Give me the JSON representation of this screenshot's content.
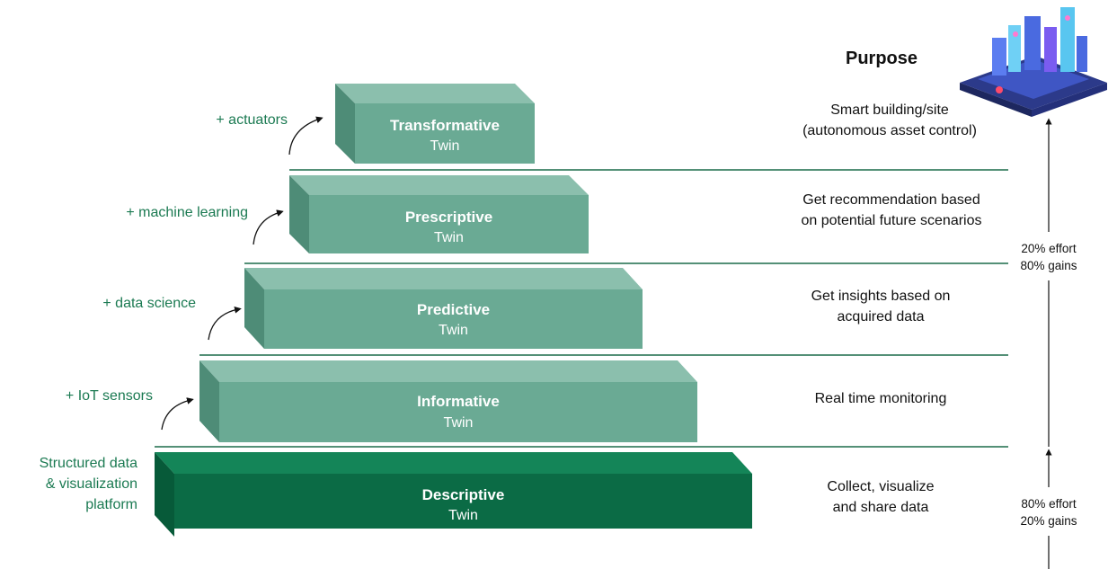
{
  "colors": {
    "block_front": "#6aaa94",
    "block_top": "#8bbfad",
    "block_side": "#4e8c77",
    "block_dark_front": "#0b6b45",
    "block_dark_top": "#148558",
    "block_dark_side": "#075a39",
    "label_green": "#1b7a52",
    "divider": "#1b6b4a"
  },
  "purpose_heading": "Purpose",
  "illustration": "smart-city-isometric-icon",
  "levels": [
    {
      "key": "transformative",
      "title": "Transformative",
      "subtitle": "Twin",
      "enabler": "+ actuators",
      "purpose_lines": [
        "Smart building/site",
        "(autonomous asset control)"
      ]
    },
    {
      "key": "prescriptive",
      "title": "Prescriptive",
      "subtitle": "Twin",
      "enabler": "+ machine learning",
      "purpose_lines": [
        "Get recommendation based",
        "on potential future scenarios"
      ]
    },
    {
      "key": "predictive",
      "title": "Predictive",
      "subtitle": "Twin",
      "enabler": "+ data science",
      "purpose_lines": [
        "Get insights based on",
        "acquired data"
      ]
    },
    {
      "key": "informative",
      "title": "Informative",
      "subtitle": "Twin",
      "enabler": "+ IoT sensors",
      "purpose_lines": [
        "Real time monitoring"
      ]
    },
    {
      "key": "descriptive",
      "title": "Descriptive",
      "subtitle": "Twin",
      "enabler_lines": [
        "Structured data",
        "& visualization",
        "platform"
      ],
      "purpose_lines": [
        "Collect, visualize",
        "and share data"
      ]
    }
  ],
  "effort_upper": [
    "20% effort",
    "80% gains"
  ],
  "effort_lower": [
    "80% effort",
    "20% gains"
  ]
}
